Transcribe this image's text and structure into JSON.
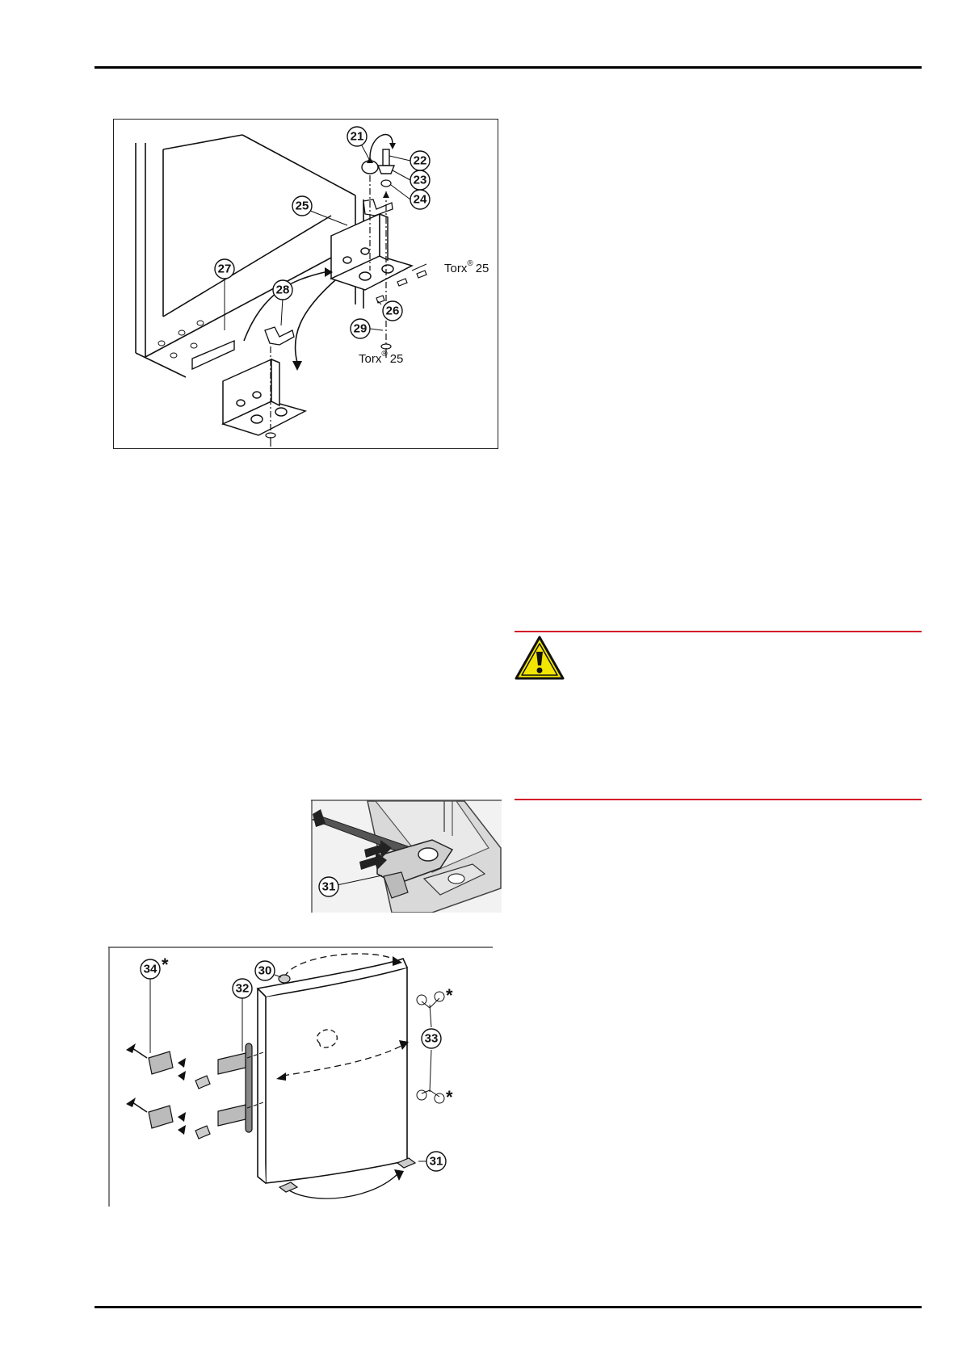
{
  "figure1": {
    "callouts": [
      "21",
      "22",
      "23",
      "24",
      "25",
      "26",
      "27",
      "28",
      "29"
    ],
    "torx_a": {
      "word": "Torx",
      "mark": "®",
      "size": "25"
    },
    "torx_b": {
      "word": "Torx",
      "mark": "®",
      "size": "25"
    }
  },
  "figure2": {
    "callouts": [
      "31"
    ]
  },
  "figure3": {
    "callouts": [
      "30",
      "32",
      "33",
      "34",
      "31"
    ],
    "asterisk": "*"
  },
  "warning": {
    "icon": "warning-triangle-icon",
    "rule_color": "#d2152a",
    "icon_color": "#f2e600"
  }
}
